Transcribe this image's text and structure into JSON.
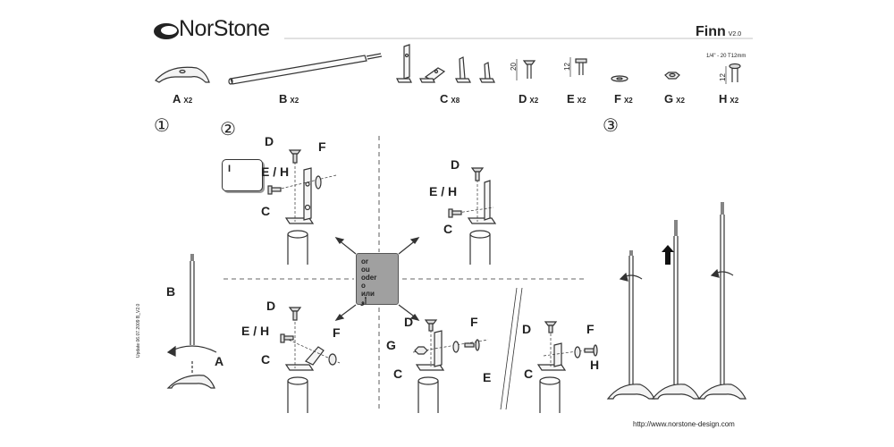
{
  "header": {
    "brand": "NorStone",
    "model": "Finn",
    "version": "V2.0"
  },
  "parts": [
    {
      "letter": "A",
      "qty": "X2",
      "icon": "stand-base-icon"
    },
    {
      "letter": "B",
      "qty": "X2",
      "icon": "pole-icon"
    },
    {
      "letter": "C",
      "qty": "X8",
      "icon": "bracket-icon"
    },
    {
      "letter": "D",
      "qty": "X2",
      "icon": "countersunk-screw-icon",
      "dim": "20"
    },
    {
      "letter": "E",
      "qty": "X2",
      "icon": "button-screw-icon",
      "dim": "12"
    },
    {
      "letter": "F",
      "qty": "X2",
      "icon": "washer-icon"
    },
    {
      "letter": "G",
      "qty": "X2",
      "icon": "nut-icon"
    },
    {
      "letter": "H",
      "qty": "X2",
      "icon": "thread-screw-icon",
      "dim": "12"
    }
  ],
  "thread_note": "1/4\" - 20 T12mm",
  "steps": [
    "①",
    "②",
    "③"
  ],
  "tool_label": "I",
  "callouts": {
    "d": "D",
    "eh": "E / H",
    "f": "F",
    "c": "C",
    "e": "E",
    "g": "G",
    "h": "H",
    "a": "A",
    "b": "B"
  },
  "or_lines": [
    "or",
    "ou",
    "oder",
    "o",
    "или",
    "أو"
  ],
  "update_note": "Update 06.07.2009 B_V2.0",
  "url": "http://www.norstone-design.com"
}
